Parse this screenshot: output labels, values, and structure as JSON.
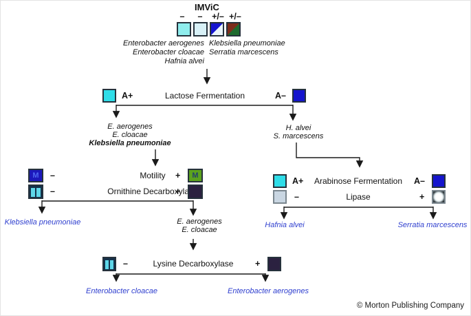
{
  "header": {
    "title": "IMViC",
    "signs": [
      "–",
      "–",
      "+/–",
      "+/–"
    ],
    "left_species": [
      "Enterobacter aerogenes",
      "Enterobacter cloacae",
      "Hafnia alvei"
    ],
    "right_species": [
      "Klebsiella pneumoniae",
      "Serratia marcescens"
    ]
  },
  "tests": {
    "lactose": {
      "label": "Lactose Fermentation",
      "pos": "A+",
      "neg": "A–"
    },
    "motility": {
      "label": "Motility",
      "neg": "–",
      "pos": "+",
      "neg_box_letter": "M",
      "pos_box_letter": "M"
    },
    "ornithine": {
      "label": "Ornithine Decarboxylase",
      "neg": "–",
      "pos": "+"
    },
    "arabinose": {
      "label": "Arabinose Fermentation",
      "pos": "A+",
      "neg": "A–"
    },
    "lipase": {
      "label": "Lipase",
      "neg": "–",
      "pos": "+"
    },
    "lysine": {
      "label": "Lysine Decarboxylase",
      "neg": "–",
      "pos": "+"
    }
  },
  "branches": {
    "lactose_pos": [
      "E. aerogenes",
      "E. cloacae",
      "Klebsiella pneumoniae"
    ],
    "lactose_neg": [
      "H. alvei",
      "S. marcescens"
    ],
    "ornithine_pos": [
      "E. aerogenes",
      "E. cloacae"
    ]
  },
  "results": {
    "motility_ornithine_neg": "Klebsiella pneumoniae",
    "arabinose_pos": "Hafnia alvei",
    "lipase_pos": "Serratia marcescens",
    "lysine_neg": "Enterobacter cloacae",
    "lysine_pos": "Enterobacter aerogenes"
  },
  "footer": {
    "copyright": "© Morton Publishing Company"
  },
  "colors": {
    "result_text": "#3040cf",
    "line": "#1a1a1a",
    "cyan_positive": "#2fdde8",
    "blue_negative": "#1515cd",
    "imvic_box1": "#8feded",
    "imvic_box2": "#d8f1f7",
    "imvic_box3_blue": "#1414cf",
    "imvic_box3_white": "#eaf5fa",
    "imvic_box4_red": "#7e2d1c",
    "imvic_box4_green": "#1e6a2e",
    "motility_neg_box": "#1c18bb",
    "motility_pos_box": "#5ba21e",
    "decarboxylase_pos_box": "#2b2140",
    "tube_bar": "#5ed7e9",
    "tube_bg": "#14314b",
    "lipase_neg_box": "#c9d6e2"
  }
}
